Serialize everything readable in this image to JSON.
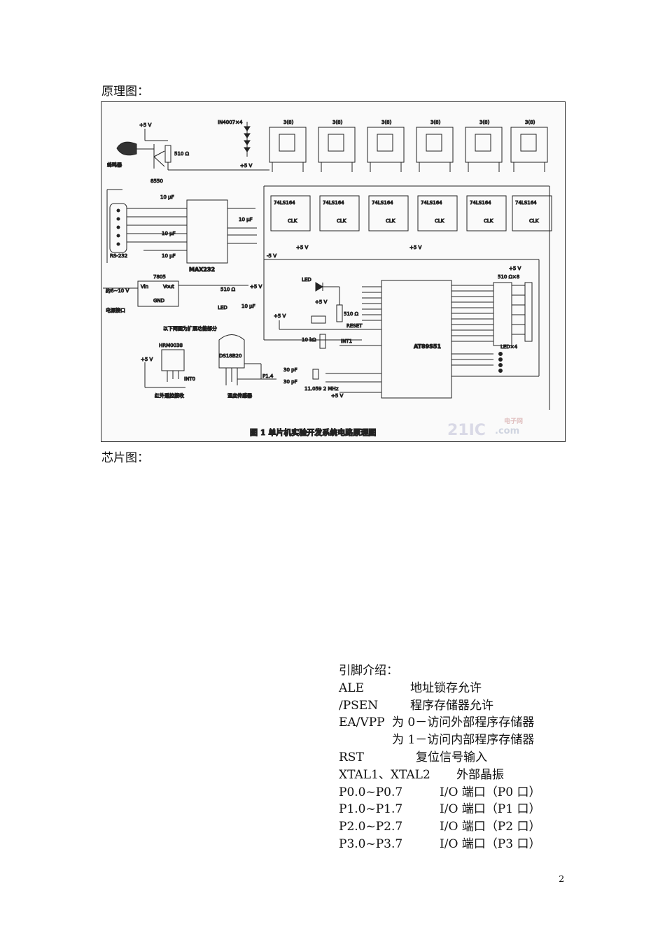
{
  "headings": {
    "schematic": "原理图：",
    "chip": "芯片图："
  },
  "schematic": {
    "caption": "图 1   单片机实验开发系统电路原理图",
    "watermark_main": "21IC",
    "watermark_cn": "电子网",
    "watermark_com": ".com",
    "labels": {
      "diodes": "IN4007×4",
      "vcc": "+5 V",
      "vneg": "-5 V",
      "buzzer": "蜂鸣器",
      "transistor": "8550",
      "r510": "510 Ω",
      "c10u": "10 μF",
      "rs232": "RS-232",
      "max232": "MAX232",
      "reg": "7805",
      "vin": "Vin",
      "vout": "Vout",
      "gnd": "GND",
      "supply": "约6~10 V",
      "power": "电源接口",
      "led": "LED",
      "expand": "以下两图为扩展功能部分",
      "ir": "HRM0038",
      "ir_cn": "红外遥控接收",
      "int0": "INT0",
      "ds": "DS18B20",
      "temp_cn": "温度传感器",
      "p14": "P1.4",
      "reset": "RESET",
      "int1": "INT1",
      "r10k": "10 kΩ",
      "c30": "30 pF",
      "xtal": "11.059 2 MHz",
      "mcu": "AT89S51",
      "rarray": "510 Ω×8",
      "led4": "LED×4",
      "shift": "74LS164",
      "disp": "3(8)",
      "clk": "CLK"
    }
  },
  "pins_intro": {
    "title": "引脚介绍：",
    "rows": [
      {
        "name": "ALE",
        "desc": "地址锁存允许"
      },
      {
        "name": "/PSEN",
        "desc": "程序存储器允许"
      },
      {
        "name": "EA/VPP",
        "desc": "为 0－访问外部程序存储器"
      },
      {
        "name": "",
        "desc": "为 1－访问内部程序存储器"
      },
      {
        "name": "RST",
        "desc": "复位信号输入"
      },
      {
        "name": "XTAL1、XTAL2",
        "desc": "外部晶振"
      },
      {
        "name": "P0.0~P0.7",
        "desc": "I/O 端口（P0 口）"
      },
      {
        "name": "P1.0~P1.7",
        "desc": "I/O 端口（P1 口）"
      },
      {
        "name": "P2.0~P2.7",
        "desc": "I/O 端口（P2 口）"
      },
      {
        "name": "P3.0~P3.7",
        "desc": "I/O 端口（P3 口）"
      }
    ]
  },
  "page_number": "2"
}
